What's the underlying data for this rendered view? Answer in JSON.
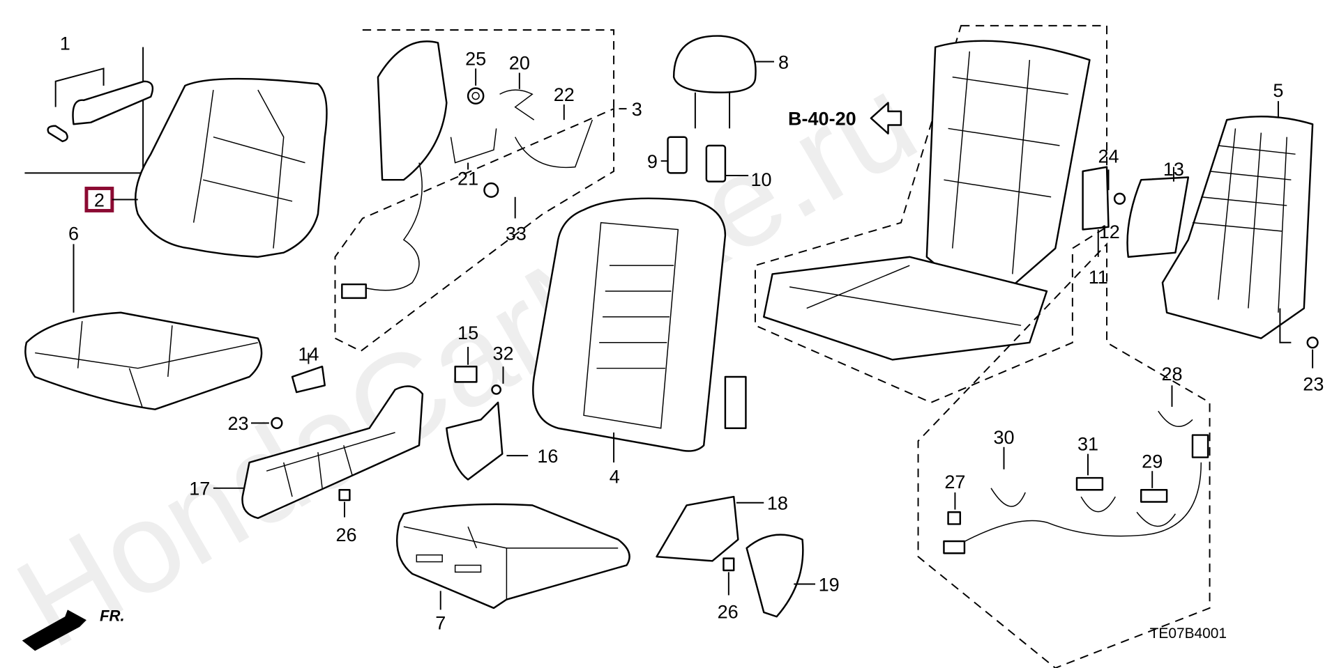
{
  "diagram": {
    "watermark": "HondaCarMike.ru",
    "diagram_code": "TE07B4001",
    "reference": "B-40-20",
    "front_marker": "FR.",
    "highlight_color": "#8b0a32",
    "highlighted_part": "2",
    "callouts": {
      "p1": "1",
      "p2": "2",
      "p3": "3",
      "p4": "4",
      "p5": "5",
      "p6": "6",
      "p7": "7",
      "p8": "8",
      "p9": "9",
      "p10": "10",
      "p11": "11",
      "p12": "12",
      "p13": "13",
      "p14": "14",
      "p15": "15",
      "p16": "16",
      "p17": "17",
      "p18": "18",
      "p19": "19",
      "p20": "20",
      "p21": "21",
      "p22": "22",
      "p23a": "23",
      "p23b": "23",
      "p24": "24",
      "p25": "25",
      "p26a": "26",
      "p26b": "26",
      "p27": "27",
      "p28": "28",
      "p29": "29",
      "p30": "30",
      "p31": "31",
      "p32": "32",
      "p33": "33"
    }
  }
}
